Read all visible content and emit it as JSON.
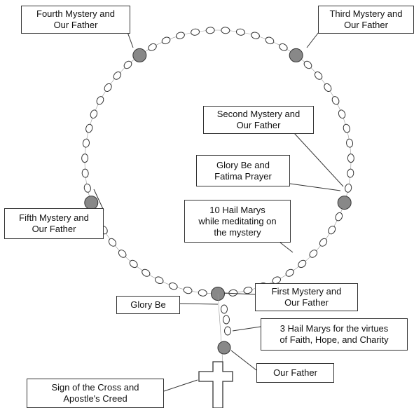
{
  "labels": {
    "fourth": "Fourth Mystery and\nOur Father",
    "third": "Third Mystery and\nOur Father",
    "second": "Second Mystery and\nOur Father",
    "glory_fatima": "Glory Be and\nFatima Prayer",
    "fifth": "Fifth Mystery and\nOur Father",
    "ten_hail_marys": "10 Hail Marys\nwhile meditating on\nthe mystery",
    "first": "First Mystery and\nOur Father",
    "glory_be": "Glory Be",
    "three_hail_marys": "3 Hail Marys for the virtues\nof Faith, Hope, and Charity",
    "our_father": "Our Father",
    "sign_cross": "Sign of the Cross and\nApostle's Creed"
  },
  "colors": {
    "small_bead_fill": "#ffffff",
    "large_bead_fill": "#888888",
    "stroke": "#333333"
  }
}
